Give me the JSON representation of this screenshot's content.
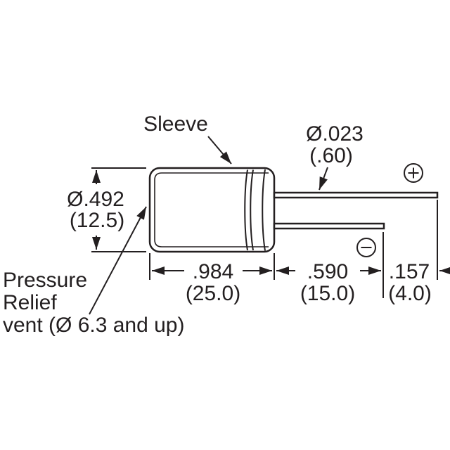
{
  "figure": {
    "type": "capacitor-dimension-drawing",
    "background": "#ffffff",
    "line_color": "#231f20"
  },
  "labels": {
    "sleeve": {
      "text": "Sleeve"
    },
    "lead_diameter": {
      "line1": "Ø.023",
      "line2": "(.60)"
    },
    "body_diameter": {
      "line1": "Ø.492",
      "line2": "(12.5)"
    },
    "body_length": {
      "line1": ".984",
      "line2": "(25.0)"
    },
    "lead_length": {
      "line1": ".590",
      "line2": "(15.0)"
    },
    "lead_end": {
      "line1": ".157",
      "line2": "(4.0)"
    },
    "pressure_vent": {
      "line1": "Pressure",
      "line2": "Relief",
      "line3": "vent (Ø 6.3 and up)"
    }
  },
  "icons": {
    "positive": "plus-in-circle",
    "negative": "minus-in-circle"
  }
}
